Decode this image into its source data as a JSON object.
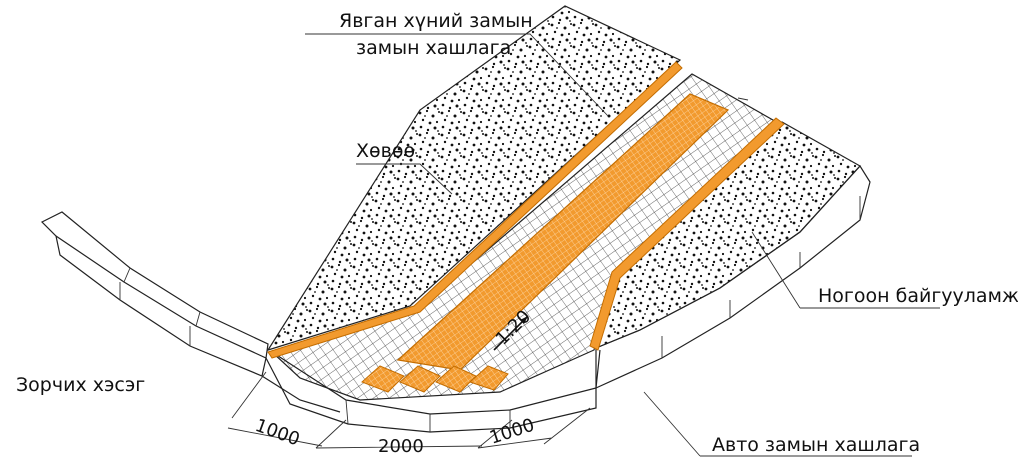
{
  "labels": {
    "footpath": "Явган хүний замын",
    "footpath_curb": "замын хашлага",
    "edge": "Хөвөө",
    "landscaping": "Ногоон байгууламж",
    "intersection": "Зорчих хэсэг",
    "road_curb": "Авто замын хашлага",
    "slope": "1:20"
  },
  "dimensions": {
    "left": "1000",
    "middle": "2000",
    "right": "1000"
  },
  "colors": {
    "tactile": "#f29a2e",
    "line": "#222222"
  }
}
